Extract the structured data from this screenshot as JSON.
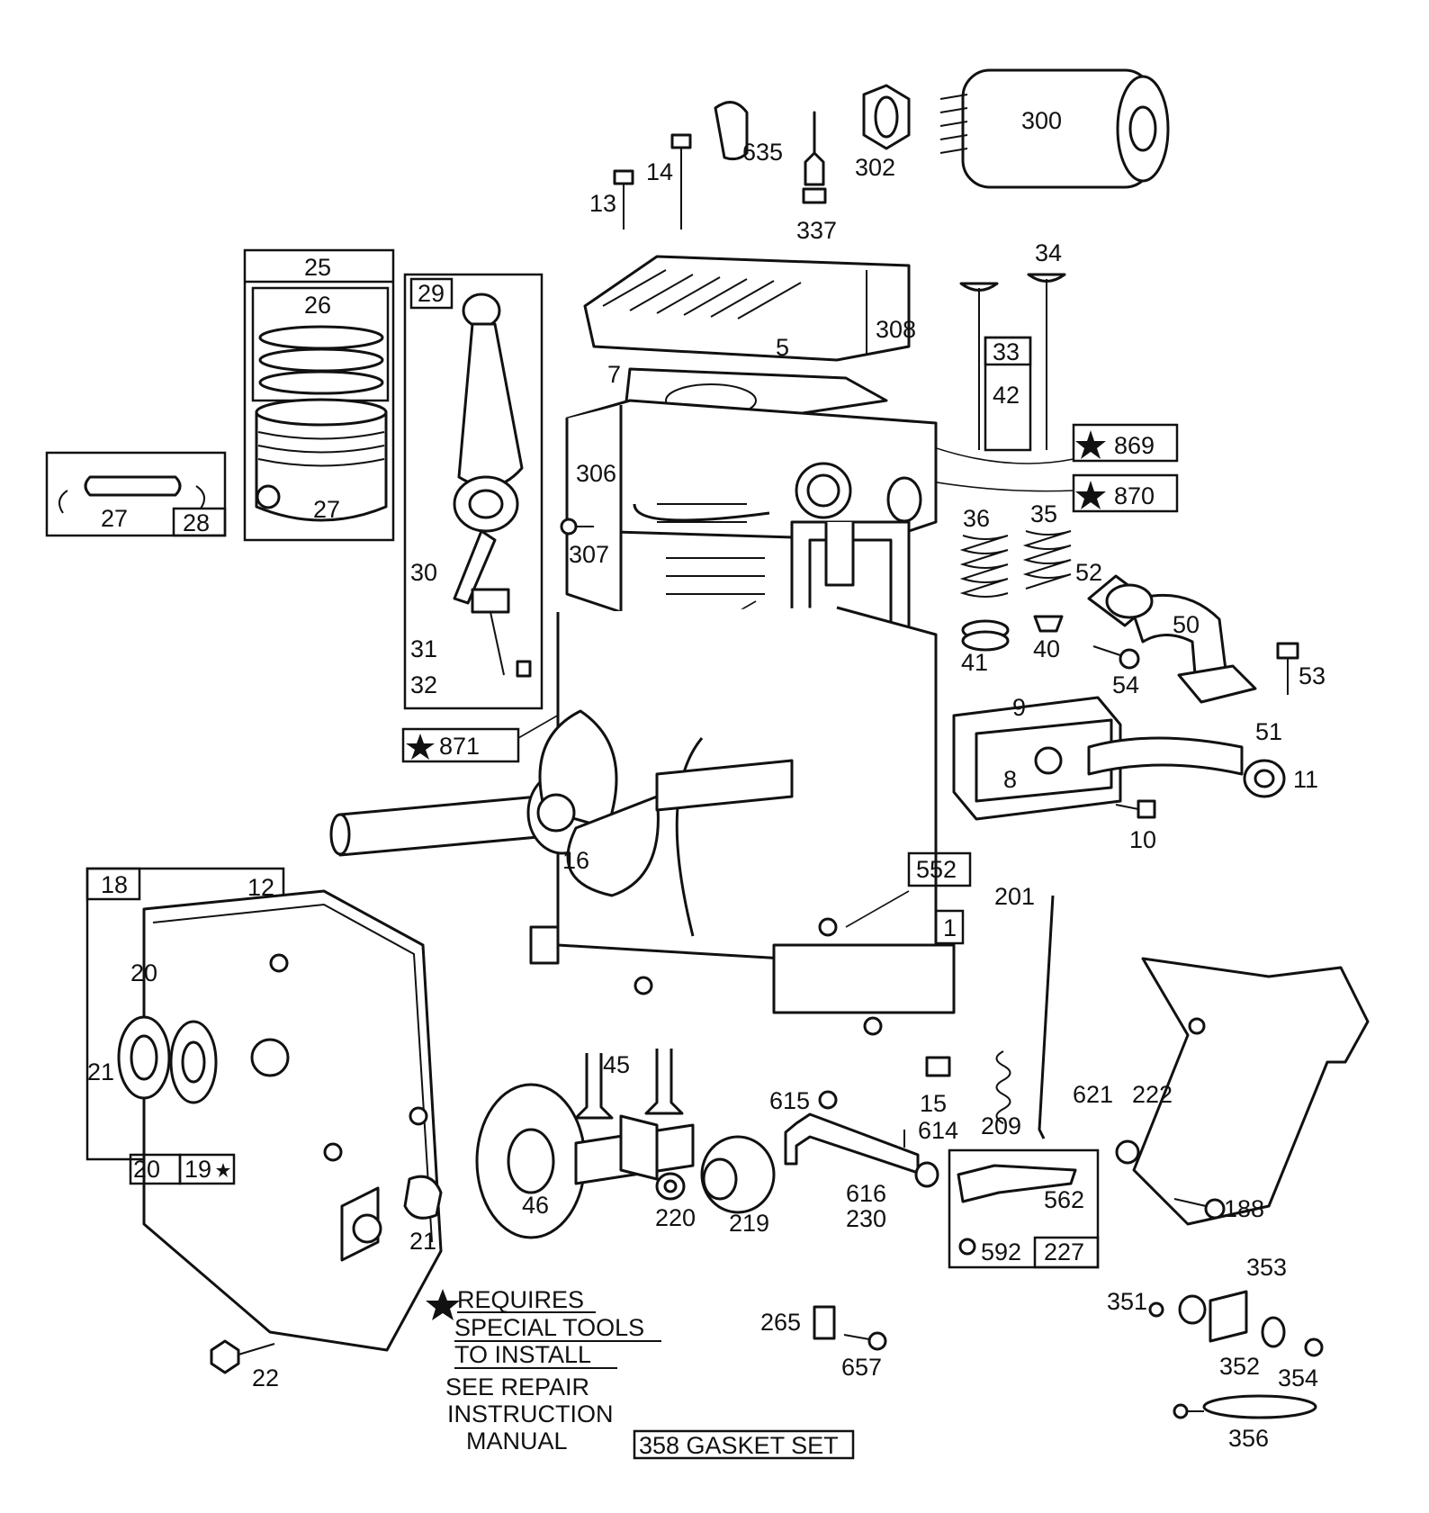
{
  "callouts": {
    "c300": "300",
    "c302": "302",
    "c635": "635",
    "c337": "337",
    "c14": "14",
    "c13": "13",
    "c34": "34",
    "c25": "25",
    "c26": "26",
    "c29": "29",
    "c27a": "27",
    "c27b": "27",
    "c28": "28",
    "c5": "5",
    "c308": "308",
    "c7": "7",
    "c33": "33",
    "c42": "42",
    "c869": "869",
    "c870": "870",
    "c306": "306",
    "c307": "307",
    "c36": "36",
    "c35": "35",
    "c41": "41",
    "c40": "40",
    "c52": "52",
    "c50": "50",
    "c53": "53",
    "c54": "54",
    "c51": "51",
    "c9": "9",
    "c8": "8",
    "c11": "11",
    "c10": "10",
    "c30": "30",
    "c31": "31",
    "c32": "32",
    "c871": "871",
    "c16": "16",
    "c552": "552",
    "c1": "1",
    "c201": "201",
    "c18": "18",
    "c12": "12",
    "c20a": "20",
    "c21a": "21",
    "c20b": "20",
    "c19": "19",
    "c21b": "21",
    "c22": "22",
    "c45": "45",
    "c46": "46",
    "c220": "220",
    "c219": "219",
    "c615": "615",
    "c614": "614",
    "c616": "616",
    "c230": "230",
    "c15": "15",
    "c209": "209",
    "c562": "562",
    "c592": "592",
    "c227": "227",
    "c621": "621",
    "c222": "222",
    "c188": "188",
    "c265": "265",
    "c657": "657",
    "c353": "353",
    "c351": "351",
    "c352": "352",
    "c354": "354",
    "c356": "356"
  },
  "note": {
    "line1": "REQUIRES",
    "line2": "SPECIAL TOOLS",
    "line3": "TO INSTALL",
    "line4": "SEE REPAIR",
    "line5": "INSTRUCTION",
    "line6": "MANUAL"
  },
  "gasket_set": "358 GASKET SET"
}
